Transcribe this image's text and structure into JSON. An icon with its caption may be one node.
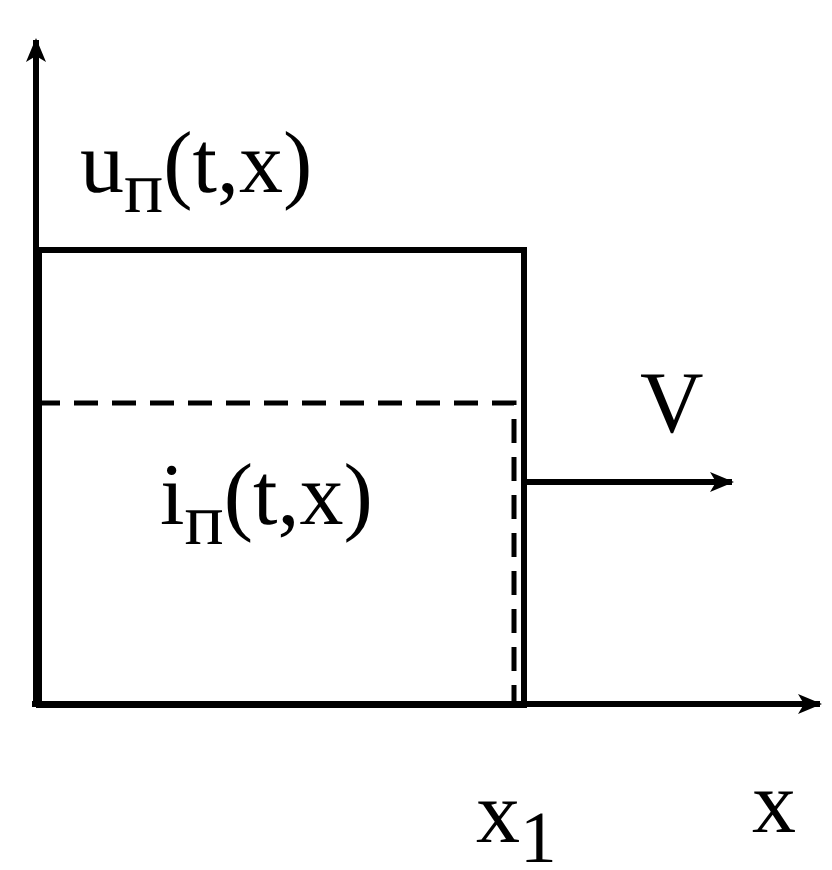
{
  "diagram": {
    "nodes": [
      {
        "text": [
          "u$_{п}$(t,x)"
        ]
      },
      {
        "text": [
          "i$_{п}$(t,x)"
        ],
        "in": 0
      }
    ],
    "labels": [
      "V",
      "x$_{1}$",
      "x"
    ]
  }
}
